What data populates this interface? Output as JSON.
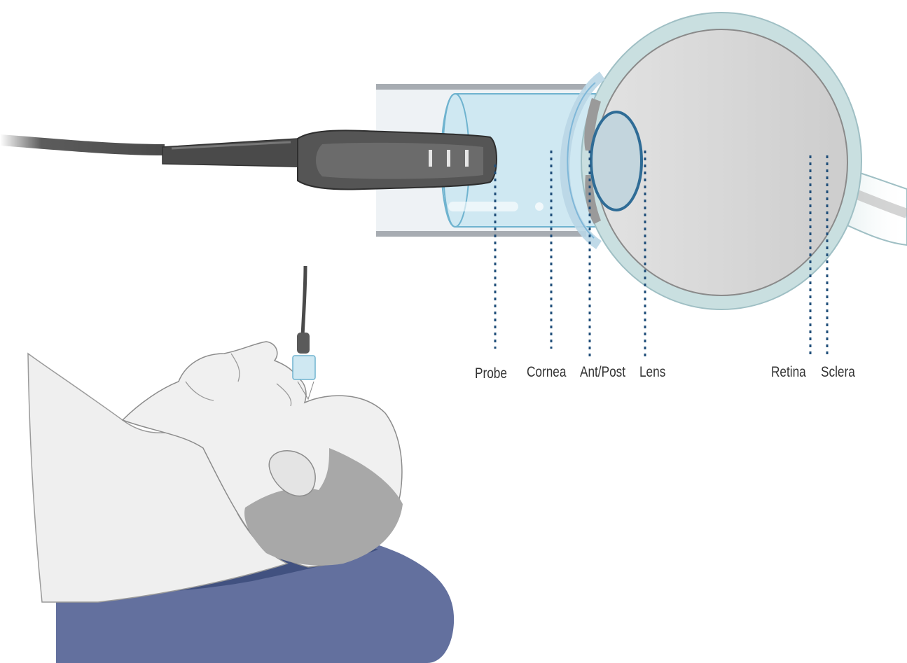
{
  "labels": {
    "probe": "Probe",
    "cornea": "Cornea",
    "ant_post": "Ant/Post",
    "lens": "Lens",
    "retina": "Retina",
    "sclera": "Sclera"
  },
  "colors": {
    "guide_line": "#1f4e79",
    "probe_body": "#4a4a4a",
    "gel_block": "#cfe8f2",
    "eye_globe": "#d6d6d6",
    "sclera_outline": "#c9dfe0",
    "lens_outline": "#2f6c96",
    "pillow": "#63709e",
    "pillow_dark": "#415180",
    "skin": "#efefef",
    "hair": "#a8a8a8"
  }
}
